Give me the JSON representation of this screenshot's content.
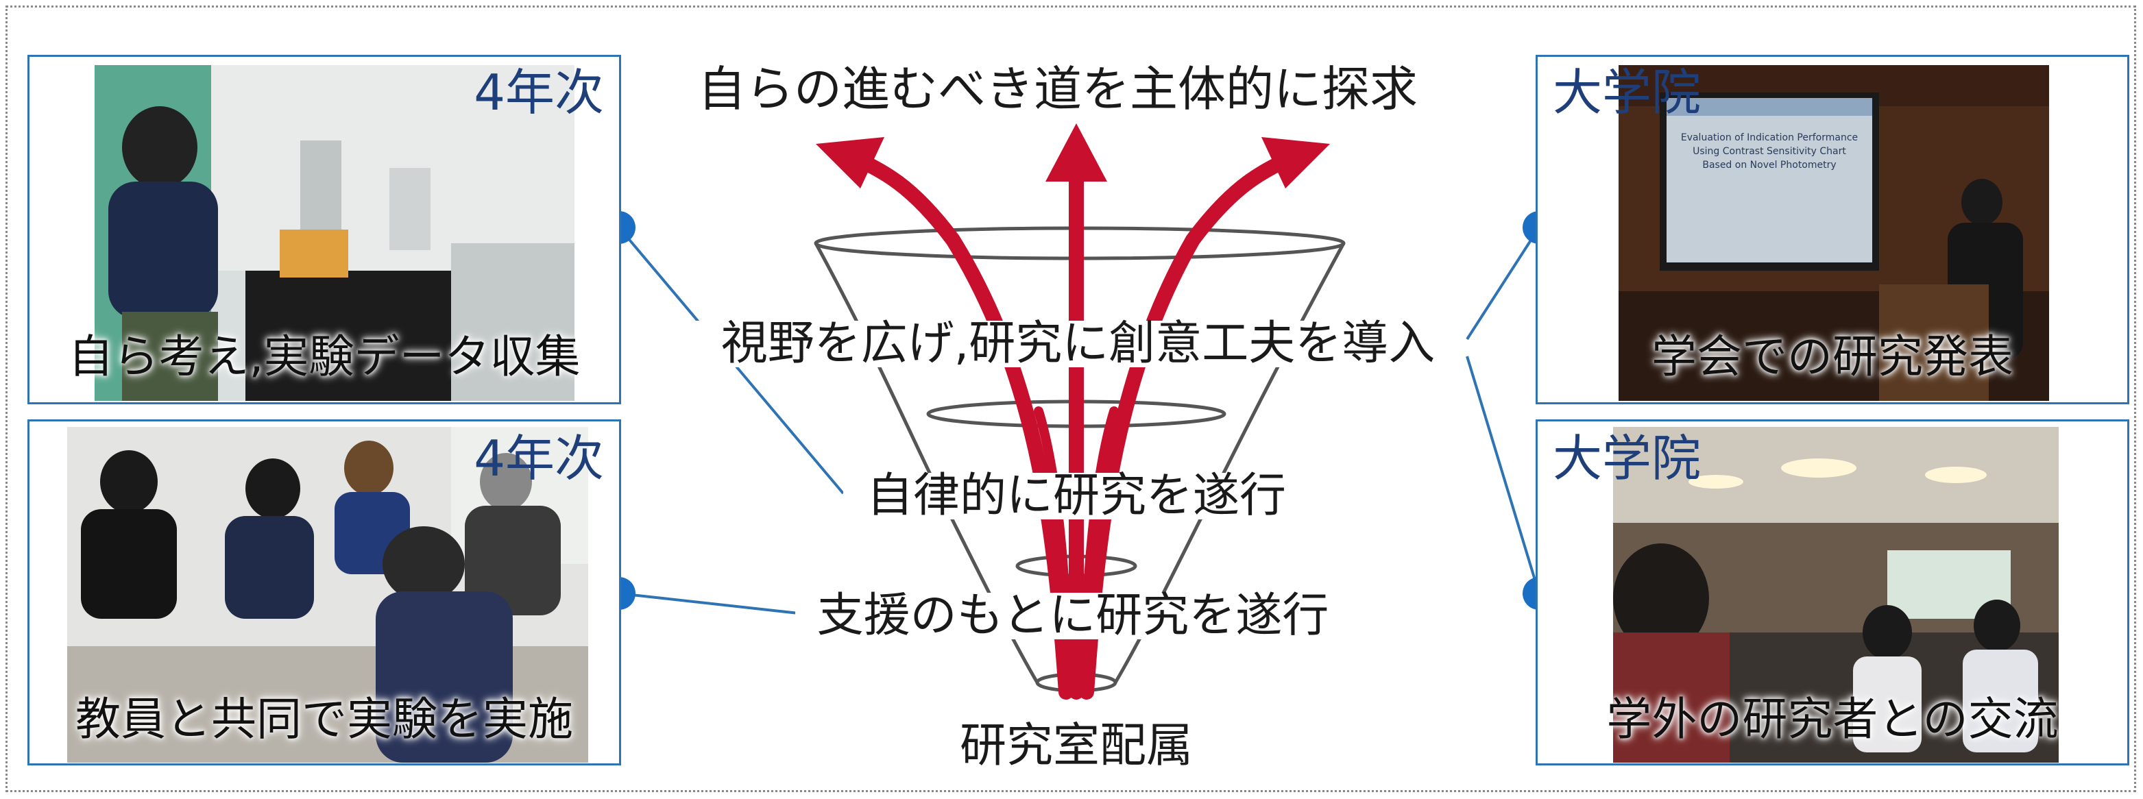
{
  "title": "自らの進むべき道を主体的に探求",
  "stages": [
    "視野を広げ,研究に創意工夫を導入",
    "自律的に研究を遂行",
    "支援のもとに研究を遂行",
    "研究室配属"
  ],
  "panels": {
    "top_left": {
      "tag": "4年次",
      "caption": "自ら考え,実験データ収集"
    },
    "bottom_left": {
      "tag": "4年次",
      "caption": "教員と共同で実験を実施"
    },
    "top_right": {
      "tag": "大学院",
      "caption": "学会での研究発表"
    },
    "bottom_right": {
      "tag": "大学院",
      "caption": "学外の研究者との交流"
    }
  },
  "slide_text": [
    "Evaluation of Indication Performance",
    "Using Contrast Sensitivity Chart",
    "Based on Novel Photometry"
  ],
  "colors": {
    "border": "#2e74b5",
    "dot": "#1a6fc4",
    "arrow": "#c8102e",
    "tag": "#1f3f7a"
  }
}
